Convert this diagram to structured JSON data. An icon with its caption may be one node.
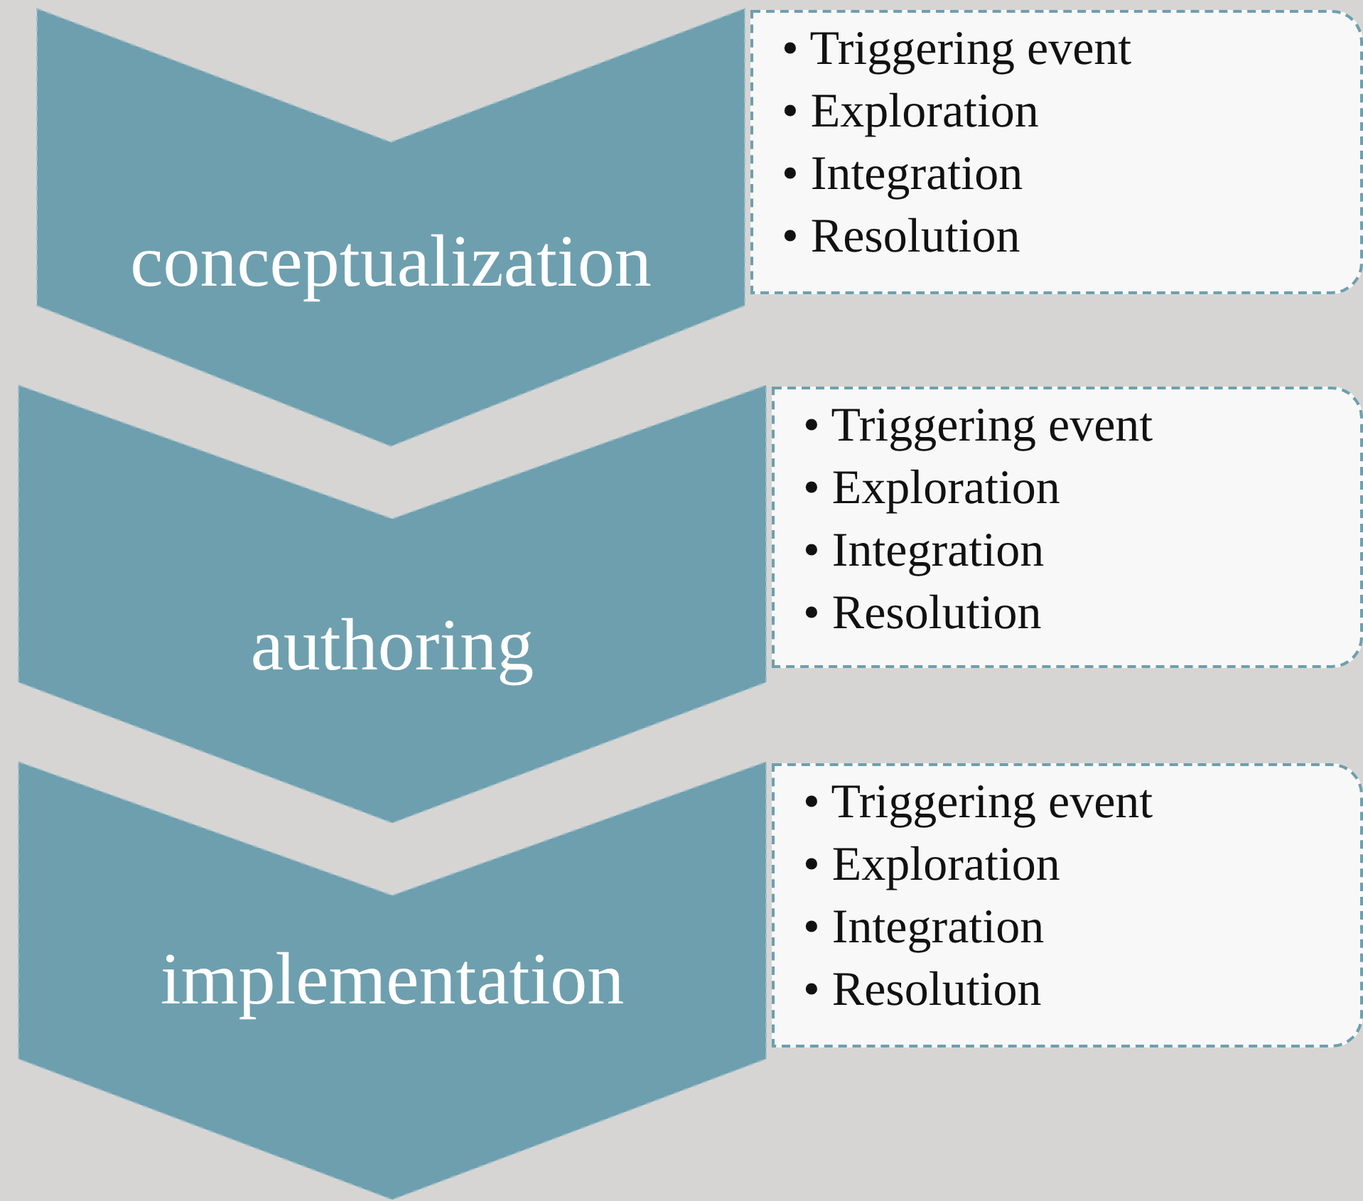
{
  "diagram": {
    "nodes": [
      {
        "text": [
          "conceptualization"
        ]
      },
      {
        "text": [
          "• Triggering event",
          "• Exploration",
          "• Integration",
          "• Resolution"
        ]
      },
      {
        "text": [
          "authoring"
        ]
      },
      {
        "text": [
          "• Triggering event",
          "• Exploration",
          "• Integration",
          "• Resolution"
        ]
      },
      {
        "text": [
          "implementation"
        ]
      },
      {
        "text": [
          "• Triggering event",
          "• Exploration",
          "• Integration",
          "• Resolution"
        ]
      }
    ]
  }
}
